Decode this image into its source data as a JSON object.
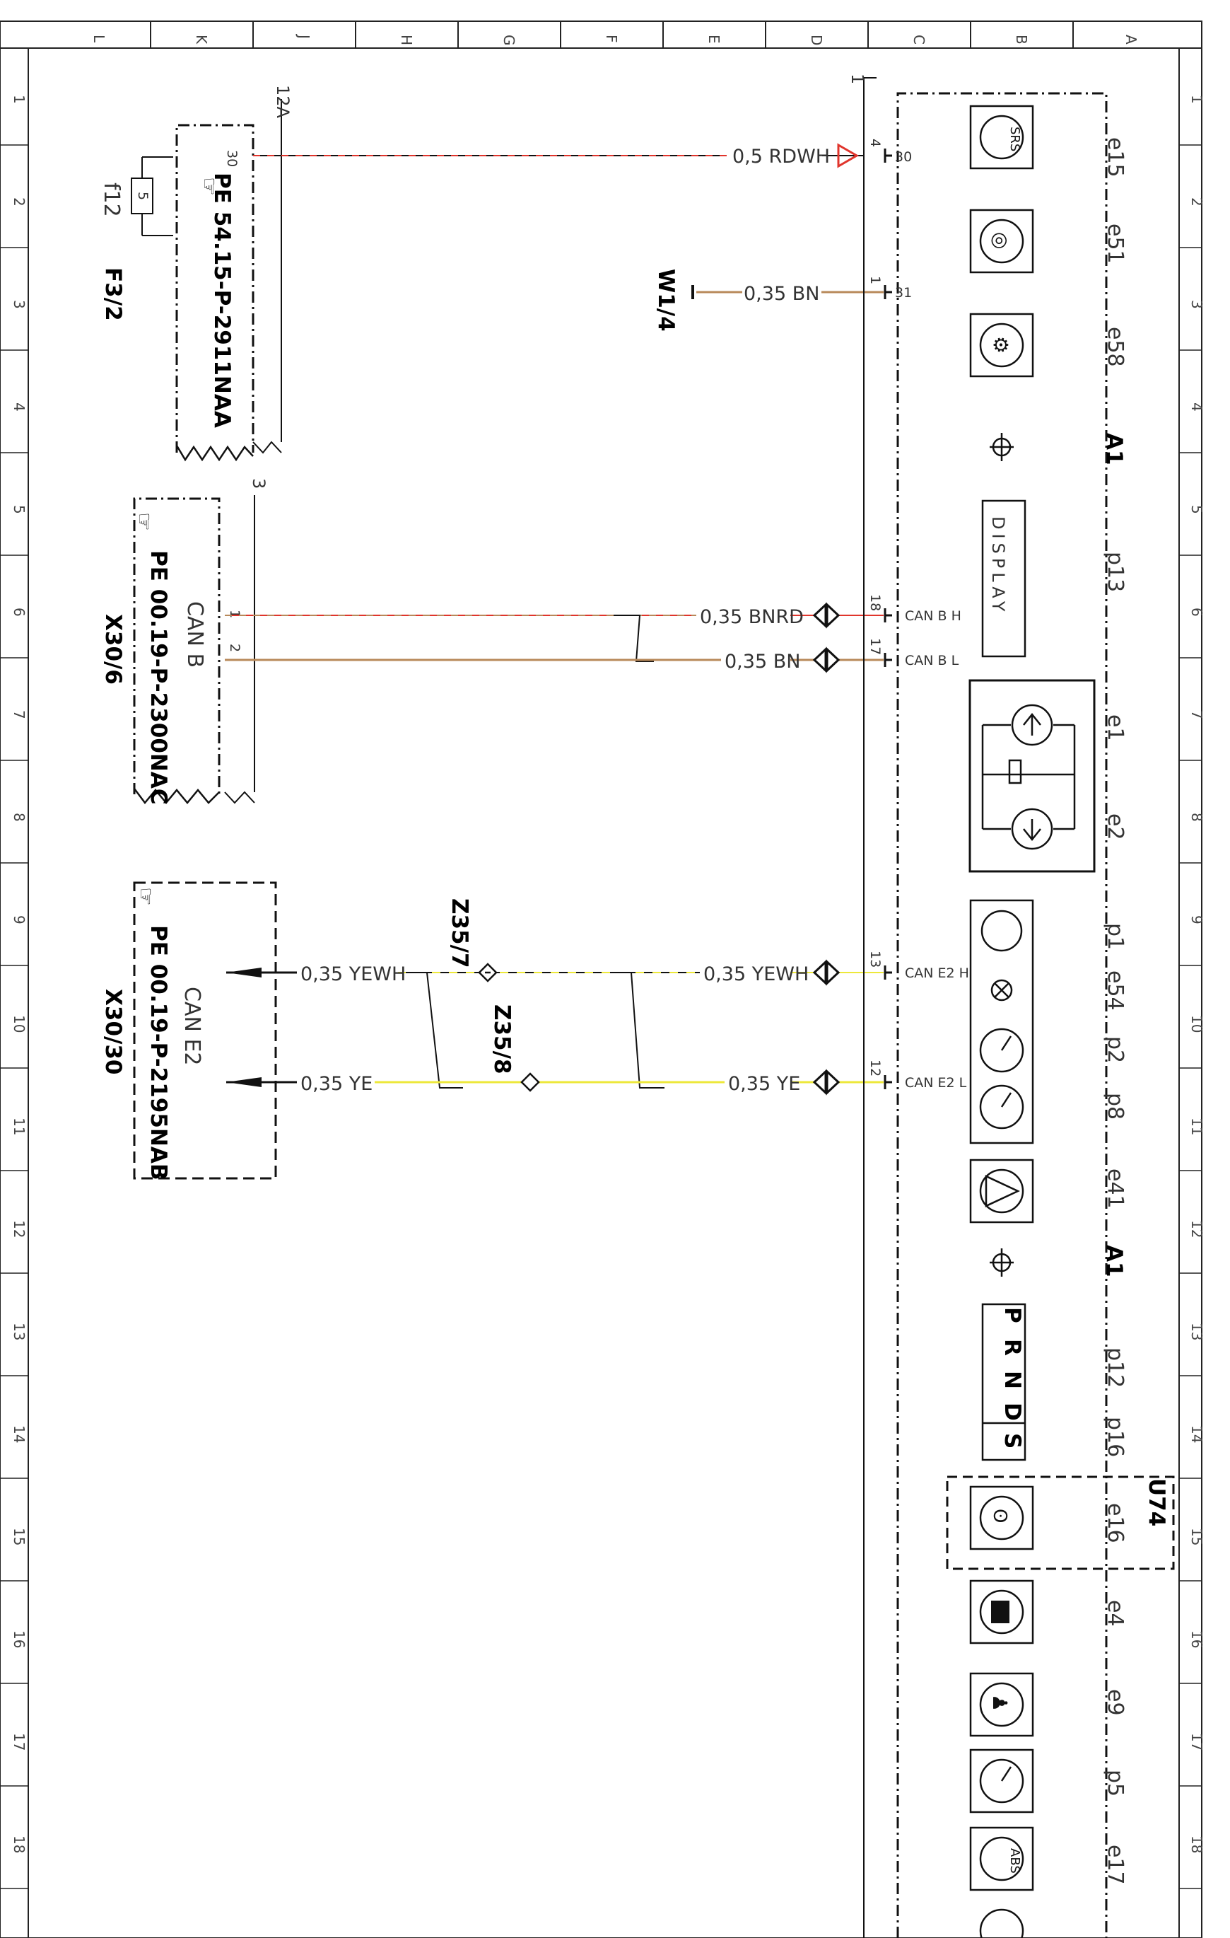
{
  "border": {
    "letters": [
      "L",
      "K",
      "J",
      "H",
      "G",
      "F",
      "E",
      "D",
      "C",
      "B",
      "A"
    ],
    "numbers": [
      "1",
      "2",
      "3",
      "4",
      "5",
      "6",
      "7",
      "8",
      "9",
      "10",
      "11",
      "12",
      "13",
      "14",
      "15",
      "16",
      "17",
      "18"
    ]
  },
  "fuse": {
    "id": "F3/2",
    "element": "f12",
    "rating": "5",
    "pin": "30",
    "conn_no": "12A",
    "ref": "PE 54.15-P-2911NAA"
  },
  "can_b": {
    "id": "X30/6",
    "title": "CAN B",
    "ref": "PE 00.19-P-2300NAC",
    "conn_no": "3",
    "pin_h": "1",
    "pin_l": "2"
  },
  "can_e2": {
    "id": "X30/30",
    "title": "CAN E2",
    "ref": "PE 00.19-P-2195NAB"
  },
  "splices": {
    "z7": "Z35/7",
    "z8": "Z35/8"
  },
  "ground": {
    "id": "W1/4"
  },
  "wires": {
    "rdwh": "0,5 RDWH",
    "bn_ground": "0,35 BN",
    "bnrd": "0,35 BNRD",
    "bn_canb": "0,35 BN",
    "yewh_left": "0,35 YEWH",
    "ye_left": "0,35 YE",
    "yewh_right": "0,35 YEWH",
    "ye_right": "0,35 YE"
  },
  "wire_colors": {
    "red": "#e0352c",
    "brown": "#b8895a",
    "yellow": "#ede83a",
    "black": "#111111"
  },
  "cluster": {
    "conn_no": "1",
    "pins": [
      {
        "no": "4",
        "label": "30"
      },
      {
        "no": "1",
        "label": "31"
      },
      {
        "no": "18",
        "label": "CAN B H"
      },
      {
        "no": "17",
        "label": "CAN B L"
      },
      {
        "no": "13",
        "label": "CAN E2 H"
      },
      {
        "no": "12",
        "label": "CAN E2 L"
      }
    ],
    "display_text": "DISPLAY",
    "gear_letters": [
      "P",
      "R",
      "N",
      "D",
      "S"
    ],
    "icons": {
      "srs": "SRS",
      "abs": "ABS"
    }
  },
  "components": {
    "e15": "e15",
    "e51": "e51",
    "e58": "e58",
    "a1_top": "A1",
    "p13": "p13",
    "e1": "e1",
    "e2": "e2",
    "p1": "p1",
    "e54": "e54",
    "p2": "p2",
    "p8": "p8",
    "e41": "e41",
    "a1_bottom": "A1",
    "p12": "p12",
    "p16": "p16",
    "u74": "U74",
    "e16": "e16",
    "e4": "e4",
    "e9": "e9",
    "p5": "p5",
    "e17": "e17"
  }
}
